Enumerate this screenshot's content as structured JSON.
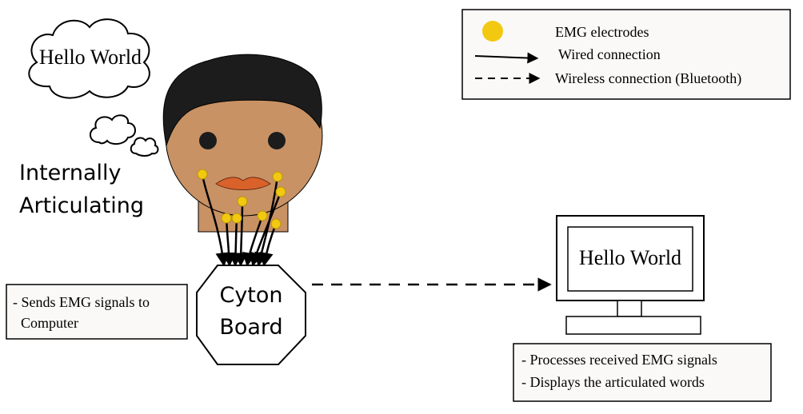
{
  "thought": {
    "text": "Hello World"
  },
  "caption": {
    "line1": "Internally",
    "line2": "Articulating"
  },
  "legend": {
    "electrodes": "EMG electrodes",
    "wired": "Wired connection",
    "wireless": "Wireless connection (Bluetooth)"
  },
  "board": {
    "line1": "Cyton",
    "line2": "Board"
  },
  "board_note": {
    "line1": "- Sends EMG signals to",
    "line2": "Computer"
  },
  "monitor": {
    "text": "Hello World"
  },
  "computer_note": {
    "line1": "- Processes received EMG signals",
    "line2": "- Displays the articulated words"
  },
  "colors": {
    "skin": "#c89265",
    "hair": "#1c1c1c",
    "lips": "#d9622b",
    "electrode": "#f2c811",
    "panel": "#fbf9f8"
  }
}
